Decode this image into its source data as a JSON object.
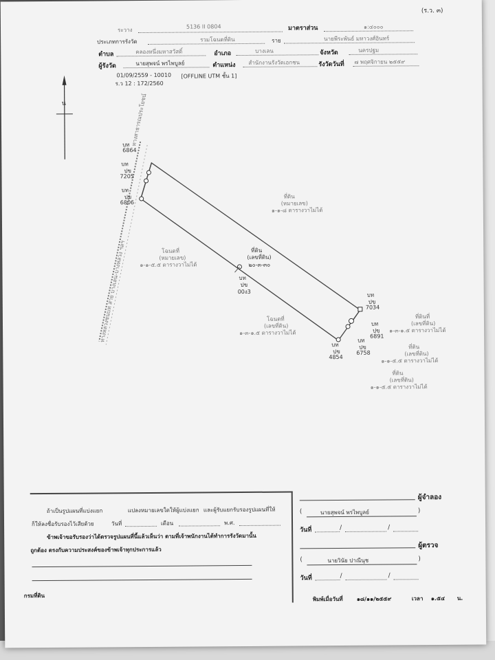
{
  "page_code": "(ร.ว. ๓)",
  "header": {
    "sheet_label": "ระวาง",
    "sheet_value": "5136 II 0804",
    "scale_label": "มาตราส่วน",
    "scale_value": "๑:๔๐๐๐",
    "survey_type_label": "ประเภทการรังวัด",
    "survey_type_value": "รวมโฉนดที่ดิน",
    "by_label": "ราย",
    "by_value": "นายพีระพันธ์ มหาวงศ์อินทร์",
    "tambon_label": "ตำบล",
    "tambon_value": "คลองหนึ่งมหาสวัสดิ์",
    "amphoe_label": "อำเภอ",
    "amphoe_value": "บางเลน",
    "province_label": "จังหวัด",
    "province_value": "นครปฐม",
    "surveyor_label": "ผู้รังวัด",
    "surveyor_value": "นายสุพจน์ พรไพบูลย์",
    "position_label": "ตำแหน่ง",
    "position_value": "สำนักงานรังวัดเอกชน",
    "date_label": "รังวัดวันที่",
    "date_value": "๗ พฤศจิกายน ๒๕๕๙",
    "code_line": "01/09/2559 - 10010",
    "utm_line": "[OFFLINE UTM ชั้น 1]",
    "ref_line": "ร.ว 12 : 172/2560"
  },
  "north_label": "น",
  "map": {
    "top_road": "ทางสาธารณประโยชน์",
    "left_road": "ทางหลวงชนบท สาย บางเลน-บางหลวง ฯลฯ",
    "west_parcel_title": "โฉนดที่",
    "west_parcel_sub": "(หมายเลข)",
    "west_parcel_area": "๑-๑-๕.๕ ตารางวาไม่ได้",
    "north_parcel_title": "ที่ดิน",
    "north_parcel_sub": "(หมายเลข)",
    "north_parcel_area": "๑-๑-๘ ตารางวาไม่ได้",
    "center_parcel_title": "ที่ดิน",
    "center_parcel_sub": "(เลขที่ดิน)",
    "center_parcel_area": "๒๐-๓-๓๐",
    "south_parcel_title": "โฉนดที่",
    "south_parcel_sub": "(เลขที่ดิน)",
    "south_parcel_area": "๑-๓-๑.๕ ตารางวาไม่ได้",
    "se1_title": "ที่ดินที่",
    "se1_sub": "(เลขที่ดิน)",
    "se1_area": "๑-๓-๑.๕ ตารางวาไม่ได้",
    "se2_title": "ที่ดิน",
    "se2_sub": "(เลขที่ดิน)",
    "se2_area": "๑-๑-๕.๕ ตารางวาไม่ได้",
    "se3_title": "ที่ดิน",
    "se3_sub": "(เลขที่ดิน)",
    "se3_area": "๑-๑-๕.๕ ตารางวาไม่ได้",
    "markers": [
      {
        "prefix": "บท",
        "kind": "ปข",
        "num": "6864"
      },
      {
        "prefix": "บท",
        "kind": "ปข",
        "num": "7205"
      },
      {
        "prefix": "บท",
        "kind": "ปข",
        "num": "6806"
      },
      {
        "prefix": "บท",
        "kind": "ปข",
        "num": "00ง3"
      },
      {
        "prefix": "บท",
        "kind": "ปข",
        "num": "7034"
      },
      {
        "prefix": "บท",
        "kind": "ปข",
        "num": "6891"
      },
      {
        "prefix": "บท",
        "kind": "ปข",
        "num": "6758"
      },
      {
        "prefix": "บท",
        "kind": "ปข",
        "num": "4854"
      }
    ]
  },
  "form": {
    "line1_a": "ถ้าเป็นรูปแผนที่แบ่งแยก",
    "line1_b": "แปลงหมายเลขใดให้ผู้แบ่งแยก",
    "line1_c": "และผู้รับแยกรับรองรูปแผนที่ให้",
    "line2_a": "ก็ให้ลงชื่อรับรองไว้เสียด้วย",
    "line2_date": "วันที่",
    "line2_month": "เดือน",
    "line2_year": "พ.ศ.",
    "line3": "ข้าพเจ้าขอรับรองว่าได้ตรวจรูปแผนที่นี้แล้วเห็นว่า ตามที่เจ้าพนักงานได้ทำการรังวัดมานั้น",
    "line4": "ถูกต้อง ตรงกับความประสงค์ของข้าพเจ้าทุกประการแล้ว",
    "owner_label": "กรมที่ดิน"
  },
  "signatures": {
    "maker_label": "ผู้จำลอง",
    "maker_name": "นายสุพจน์ พรไพบูลย์",
    "date_label": "วันที่",
    "checker_label": "ผู้ตรวจ",
    "checker_name": "นายวินัย ปาณีนุช",
    "date_label2": "วันที่",
    "print_label": "พิมพ์เมื่อวันที่",
    "print_date": "๑๘/๑๑/๒๕๕๙",
    "time_label": "เวลา",
    "time_value": "๑.๕๔",
    "time_unit": "น."
  }
}
